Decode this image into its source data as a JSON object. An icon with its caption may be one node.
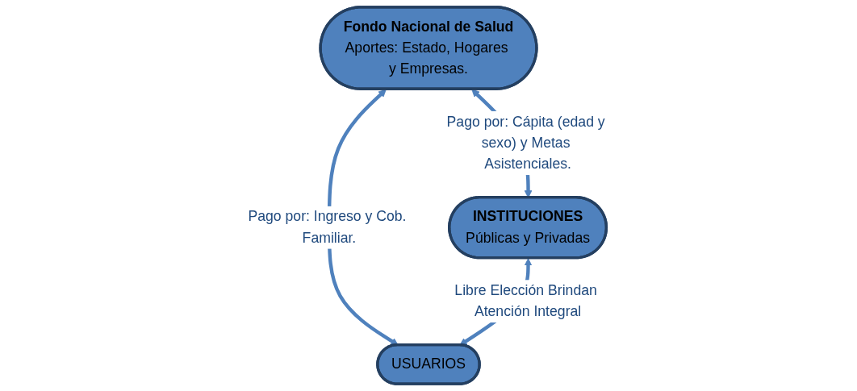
{
  "diagram": {
    "nodes": [
      {
        "text": [
          "Fondo Nacional de Salud",
          "Aportes: Estado, Hogares y Empresas."
        ]
      },
      {
        "text": [
          "INSTITUCIONES",
          "Públicas y Privadas"
        ]
      },
      {
        "text": [
          "USUARIOS"
        ]
      }
    ],
    "edges": [
      {
        "from": 0,
        "to": 1,
        "arrow": "both",
        "label": "Pago por: Cápita (edad y sexo) y Metas Asistenciales."
      },
      {
        "from": 0,
        "to": 2,
        "arrow": "both",
        "label": "Pago por: Ingreso y Cob. Familiar."
      },
      {
        "from": 1,
        "to": 2,
        "arrow": "both",
        "label": "Libre Elección Brindan Atención Integral"
      }
    ]
  }
}
